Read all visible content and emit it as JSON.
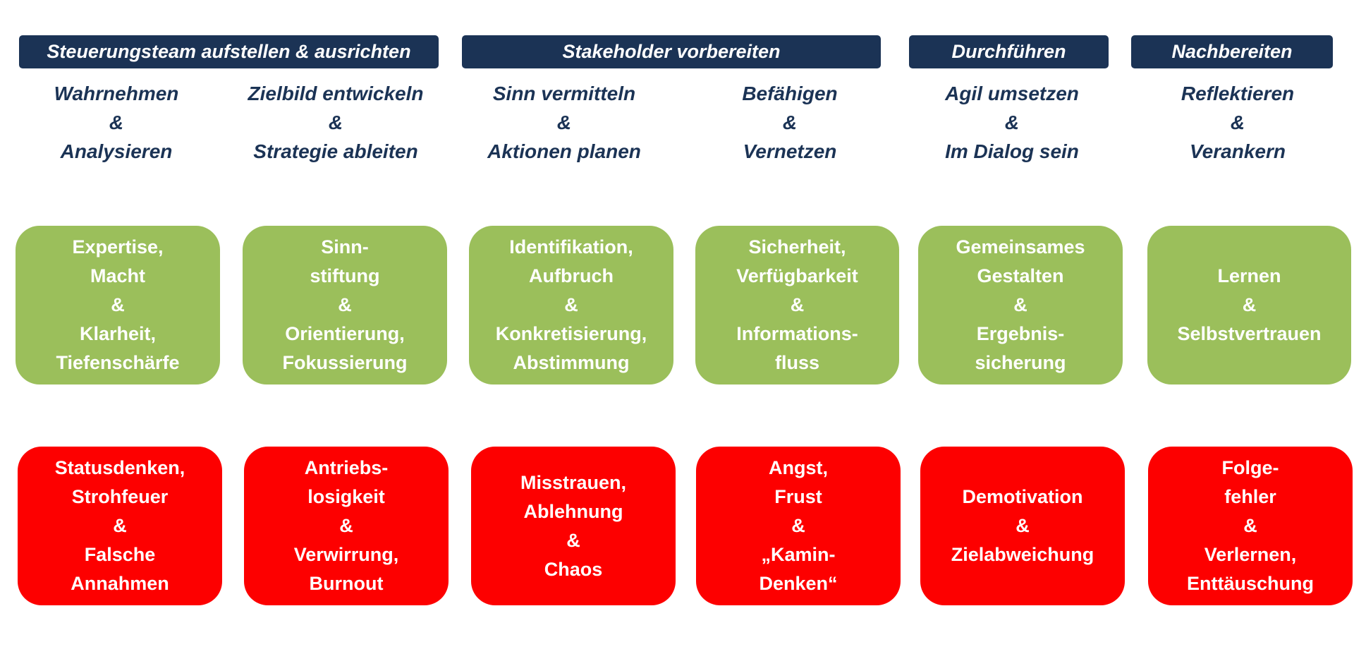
{
  "colors": {
    "header_bg": "#1b3355",
    "header_text": "#ffffff",
    "step_text": "#1b3355",
    "positive_box": "#9bbf5b",
    "negative_box": "#fd0000",
    "box_text": "#ffffff"
  },
  "phases": [
    "Steuerungsteam aufstellen & ausrichten",
    "Stakeholder vorbereiten",
    "Durchführen",
    "Nachbereiten"
  ],
  "steps": [
    [
      "Wahrnehmen",
      "&",
      "Analysieren"
    ],
    [
      "Zielbild entwickeln",
      "&",
      "Strategie ableiten"
    ],
    [
      "Sinn vermitteln",
      "&",
      "Aktionen planen"
    ],
    [
      "Befähigen",
      "&",
      "Vernetzen"
    ],
    [
      "Agil umsetzen",
      "&",
      "Im Dialog sein"
    ],
    [
      "Reflektieren",
      "&",
      "Verankern"
    ]
  ],
  "success_factors": [
    [
      "Expertise,",
      "Macht",
      "&",
      "Klarheit,",
      "Tiefenschärfe"
    ],
    [
      "Sinn-",
      "stiftung",
      "&",
      "Orientierung,",
      "Fokussierung"
    ],
    [
      "Identifikation,",
      "Aufbruch",
      "&",
      "Konkretisierung,",
      "Abstimmung"
    ],
    [
      "Sicherheit,",
      "Verfügbarkeit",
      "&",
      "Informations-",
      "fluss"
    ],
    [
      "Gemeinsames",
      "Gestalten",
      "&",
      "Ergebnis-",
      "sicherung"
    ],
    [
      "Lernen",
      "&",
      "Selbstvertrauen"
    ]
  ],
  "risks": [
    [
      "Statusdenken,",
      "Strohfeuer",
      "&",
      "Falsche",
      "Annahmen"
    ],
    [
      "Antriebs-",
      "losigkeit",
      "&",
      "Verwirrung,",
      "Burnout"
    ],
    [
      "Misstrauen,",
      "Ablehnung",
      "&",
      "Chaos"
    ],
    [
      "Angst,",
      "Frust",
      "&",
      "„Kamin-",
      "Denken“"
    ],
    [
      "Demotivation",
      "&",
      "Zielabweichung"
    ],
    [
      "Folge-",
      "fehler",
      "&",
      "Verlernen,",
      "Enttäuschung"
    ]
  ]
}
